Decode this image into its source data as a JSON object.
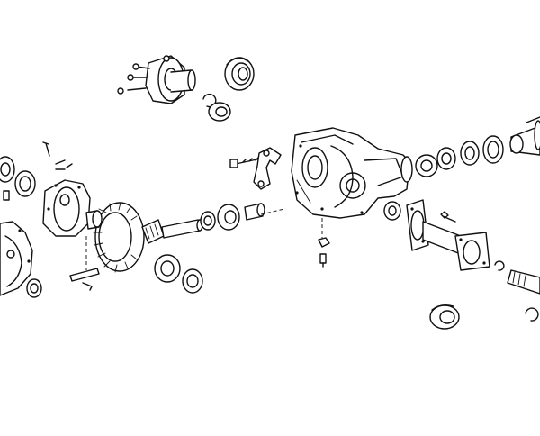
{
  "diagram": {
    "parts": [
      {
        "name": "companion-flange-upper",
        "icon": "flange-icon"
      },
      {
        "name": "oil-seal-upper",
        "icon": "seal-icon"
      },
      {
        "name": "snap-ring-upper",
        "icon": "snap-ring-icon"
      },
      {
        "name": "bearing-cup-upper",
        "icon": "bearing-icon"
      },
      {
        "name": "differential-carrier-housing",
        "icon": "housing-icon"
      },
      {
        "name": "pinion-bearing-cup",
        "icon": "bearing-icon"
      },
      {
        "name": "pinion-oil-seal",
        "icon": "seal-icon"
      },
      {
        "name": "pinion-companion-flange",
        "icon": "flange-icon"
      },
      {
        "name": "bearing-cap",
        "icon": "bracket-icon"
      },
      {
        "name": "ring-gear",
        "icon": "gear-icon"
      },
      {
        "name": "drive-pinion",
        "icon": "shaft-icon"
      },
      {
        "name": "differential-case",
        "icon": "case-icon"
      },
      {
        "name": "side-bearing",
        "icon": "bearing-icon"
      },
      {
        "name": "carrier-cover",
        "icon": "cover-icon"
      },
      {
        "name": "tube-extension",
        "icon": "tube-icon"
      },
      {
        "name": "side-gear-shaft",
        "icon": "shaft-icon"
      },
      {
        "name": "side-oil-seal",
        "icon": "seal-icon"
      },
      {
        "name": "snap-ring-lower",
        "icon": "snap-ring-icon"
      },
      {
        "name": "pinion-shaft-pin",
        "icon": "pin-icon"
      },
      {
        "name": "bolts",
        "icon": "bolt-icon"
      }
    ]
  }
}
